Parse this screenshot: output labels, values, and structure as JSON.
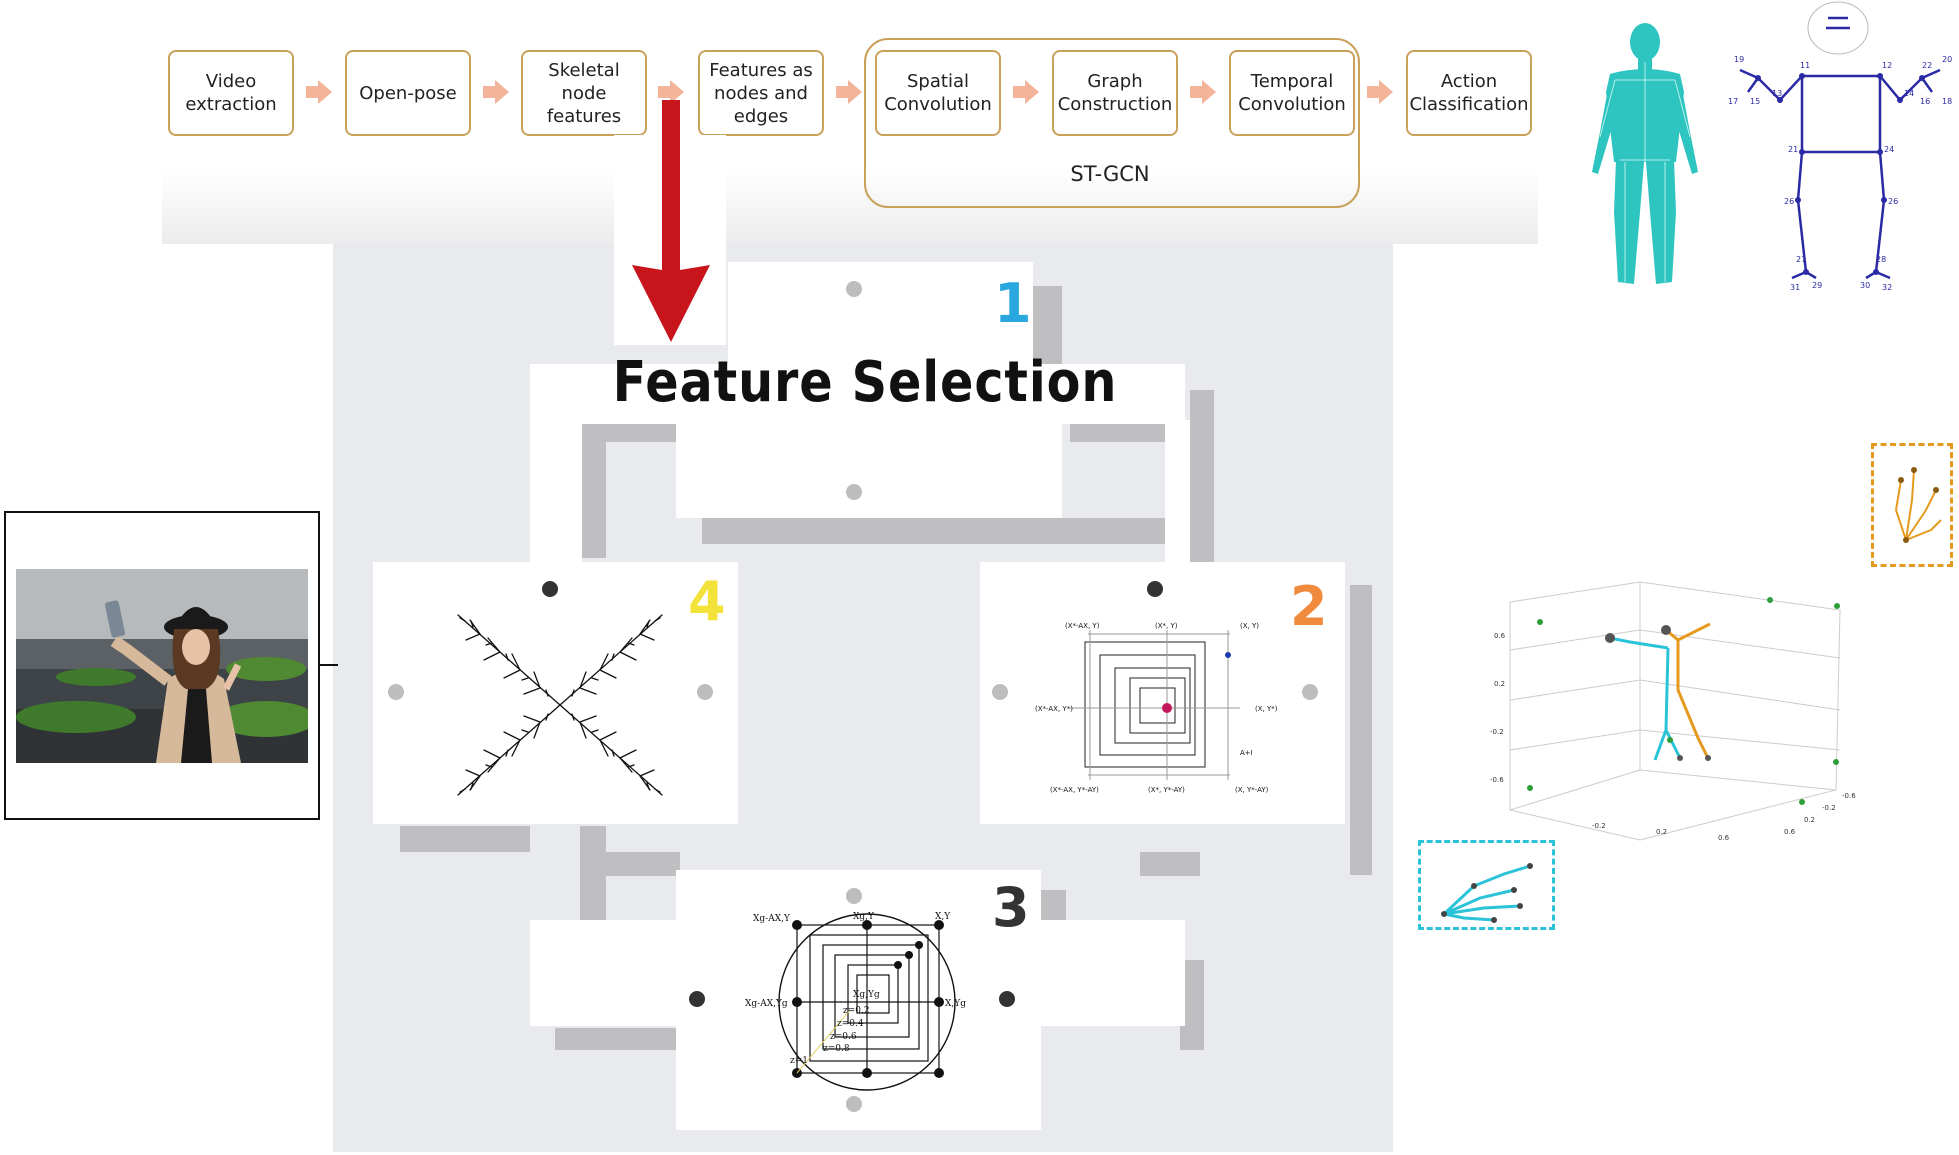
{
  "pipeline": {
    "steps": [
      {
        "label": "Video\nextraction"
      },
      {
        "label": "Open-pose"
      },
      {
        "label": "Skeletal\nnode\nfeatures"
      },
      {
        "label": "Features as\nnodes and\nedges"
      },
      {
        "label": "Spatial\nConvolution"
      },
      {
        "label": "Graph\nConstruction"
      },
      {
        "label": "Temporal\nConvolution"
      },
      {
        "label": "Action\nClassification"
      }
    ],
    "group_label": "ST-GCN"
  },
  "feature_selection": {
    "title": "Feature Selection",
    "pieces": [
      {
        "number": "1",
        "color": "#29a8df"
      },
      {
        "number": "2",
        "color": "#f08a3c"
      },
      {
        "number": "3",
        "color": "#333333"
      },
      {
        "number": "4",
        "color": "#f3e23a"
      }
    ]
  },
  "panel2": {
    "labels": [
      "(X*-AX, Y)",
      "(X*, Y)",
      "(X, Y)",
      "(X*-AX, Y*)",
      "(X, Y*)",
      "(X*-AX, Y*-AY)",
      "(X*, Y*-AY)",
      "(X, Y*-AY)",
      "A+I"
    ]
  },
  "panel3": {
    "labels": [
      "Xg-AX,Y",
      "Xg,Y",
      "X,Y",
      "Xg-AX,Yg",
      "Xg,Yg",
      "X,Yg",
      "z=0.2",
      "z=0.4",
      "z=0.6",
      "z=0.8",
      "z=1"
    ]
  },
  "skeleton_numbers": [
    "11",
    "12",
    "21",
    "24",
    "26",
    "26",
    "27",
    "28",
    "31",
    "29",
    "30",
    "32",
    "17",
    "15",
    "13",
    "14",
    "16",
    "18",
    "19",
    "20",
    "22"
  ],
  "plot3d": {
    "ticks_y": [
      "0.6",
      "0.2",
      "-0.2",
      "-0.6"
    ],
    "ticks_x": [
      "-0.2",
      "0.2",
      "0.6"
    ],
    "ticks_z": [
      "-0.6",
      "-0.2",
      "0.2",
      "0.6"
    ]
  },
  "colors": {
    "box_border": "#c9a15b",
    "arrow_small": "#f3b49a",
    "arrow_big": "#c8141b",
    "human": "#2ec4bf",
    "skeleton": "#2a2aa5",
    "hand_orange": "#e59a1e",
    "hand_cyan": "#2bc3d8"
  }
}
